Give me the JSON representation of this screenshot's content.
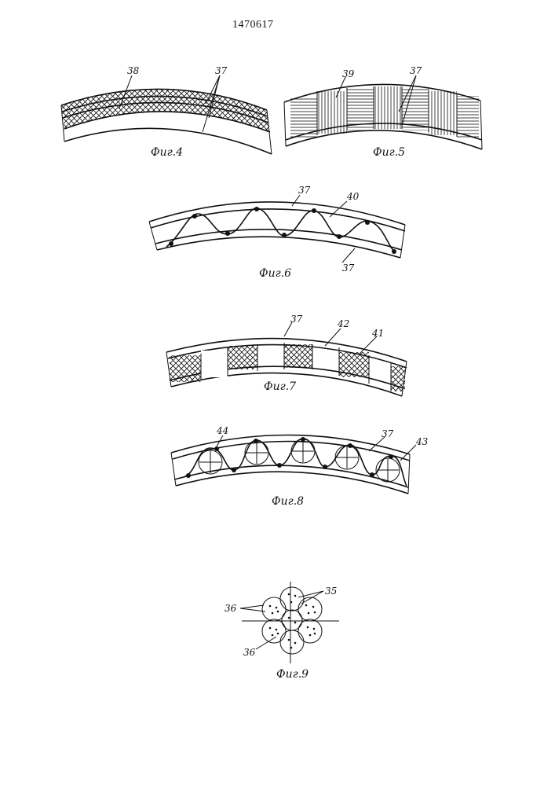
{
  "patent_number": "1470617",
  "figures": [
    {
      "id": "fig4",
      "caption": "Фиг.4",
      "labels": [
        "38",
        "37"
      ]
    },
    {
      "id": "fig5",
      "caption": "Фиг.5",
      "labels": [
        "39",
        "37"
      ]
    },
    {
      "id": "fig6",
      "caption": "Фиг.6",
      "labels": [
        "37",
        "40",
        "37"
      ]
    },
    {
      "id": "fig7",
      "caption": "Фиг.7",
      "labels": [
        "37",
        "42",
        "41"
      ]
    },
    {
      "id": "fig8",
      "caption": "Фиг.8",
      "labels": [
        "44",
        "37",
        "43"
      ]
    },
    {
      "id": "fig9",
      "caption": "Фиг.9",
      "labels": [
        "35",
        "36",
        "36"
      ]
    }
  ]
}
